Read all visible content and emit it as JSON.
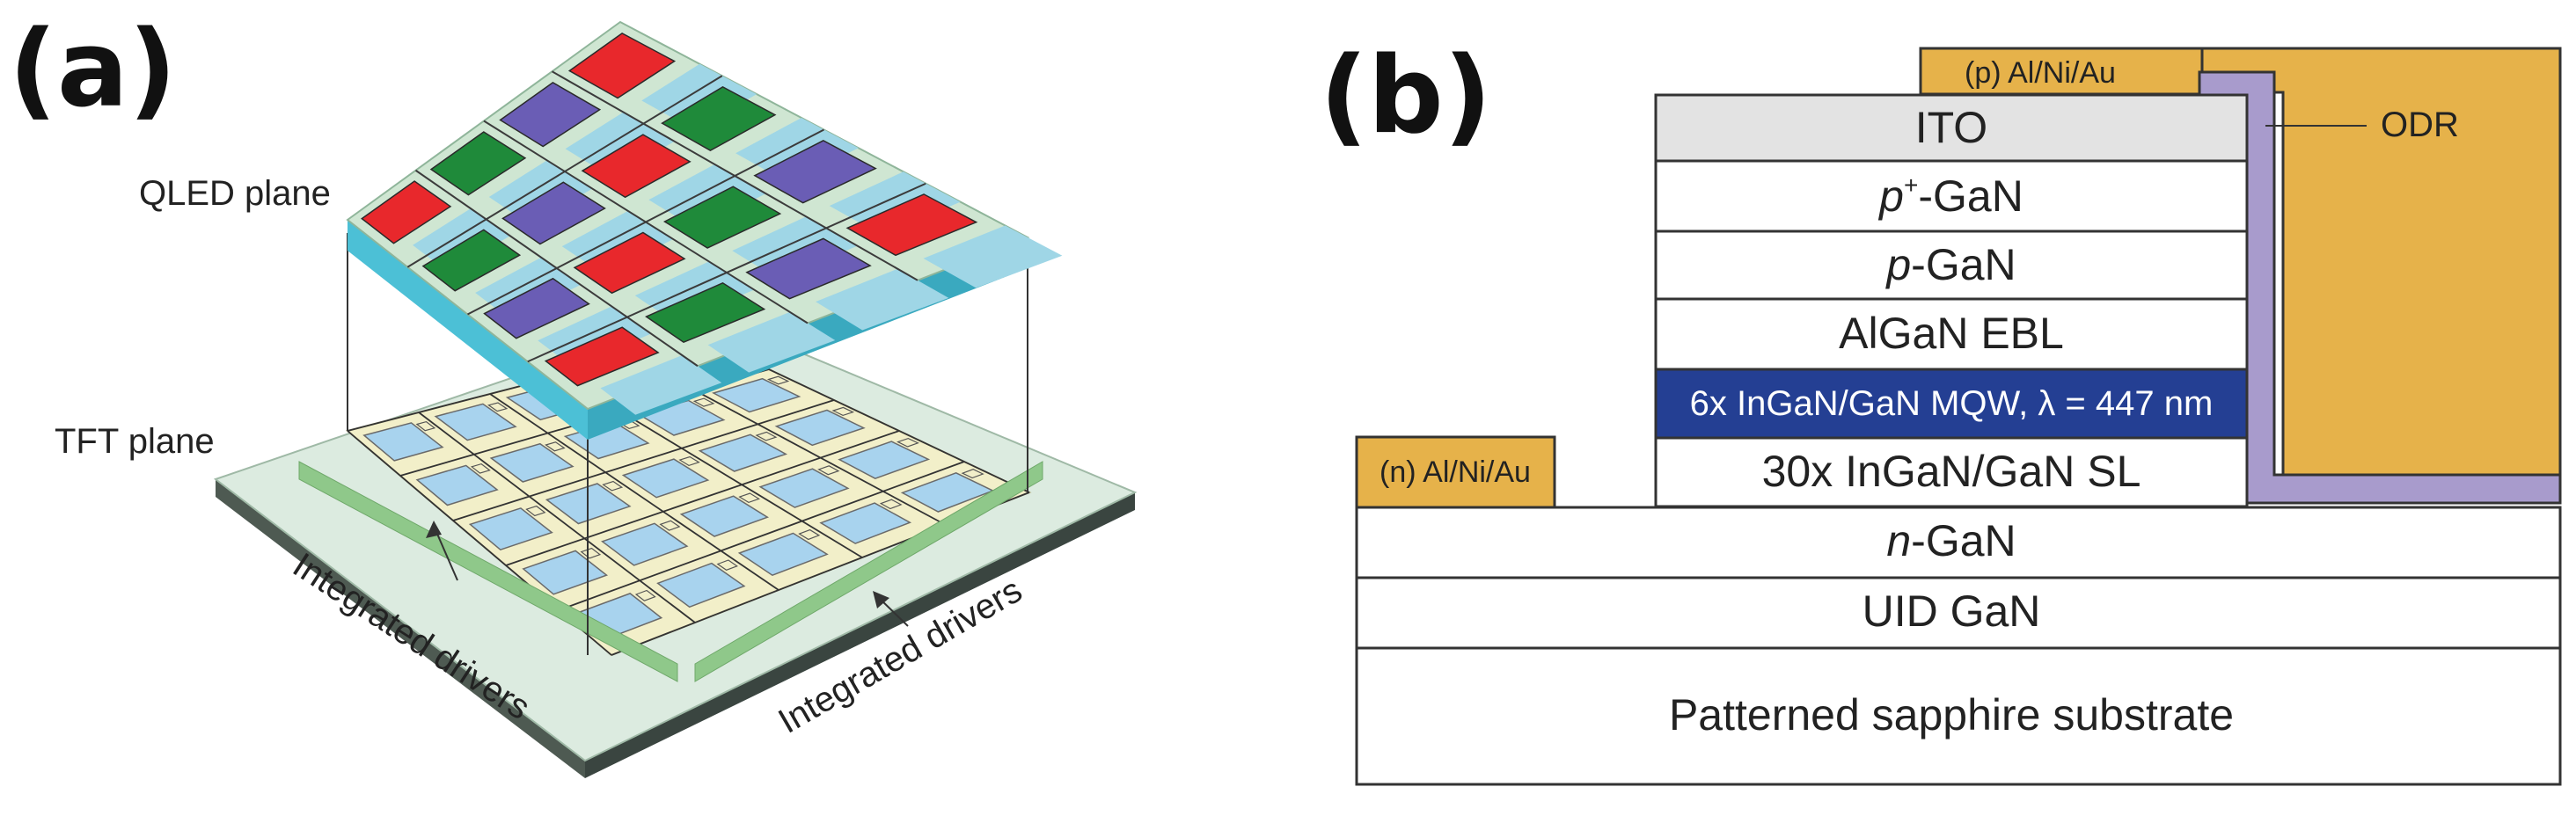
{
  "panel_a": {
    "label": "(a)",
    "qled_plane": "QLED plane",
    "tft_plane": "TFT plane",
    "driver_left": "Integrated drivers",
    "driver_right": "Integrated drivers",
    "pixel_grid": [
      [
        "red",
        "green",
        "blue",
        "red"
      ],
      [
        "green",
        "blue",
        "red",
        "green"
      ],
      [
        "blue",
        "red",
        "green",
        "blue"
      ],
      [
        "red",
        "green",
        "blue",
        "red"
      ]
    ]
  },
  "panel_b": {
    "label": "(b)",
    "p_contact": "(p) Al/Ni/Au",
    "n_contact": "(n) Al/Ni/Au",
    "odr": "ODR",
    "layers": {
      "ito": "ITO",
      "pplus_gan_italic": "p",
      "pplus_gan_sup": "+",
      "pplus_gan_rest": "-GaN",
      "p_gan_italic": "p",
      "p_gan_rest": "-GaN",
      "algan": "AlGaN EBL",
      "mqw": "6x InGaN/GaN MQW, λ = 447 nm",
      "sl": "30x InGaN/GaN SL",
      "n_gan_italic": "n",
      "n_gan_rest": "-GaN",
      "uid": "UID GaN",
      "substrate": "Patterned sapphire substrate"
    }
  },
  "colors": {
    "red": "#e8282c",
    "green": "#1f8a3a",
    "blue": "#6a5db5",
    "gold": "#e6b24a",
    "purple": "#a89bcc",
    "mqw": "#243f93",
    "ito": "#e3e3e3",
    "qled_cyan": "#4cc0d6",
    "tft_green": "#dcebe0",
    "driver_green": "#8fc88a"
  }
}
